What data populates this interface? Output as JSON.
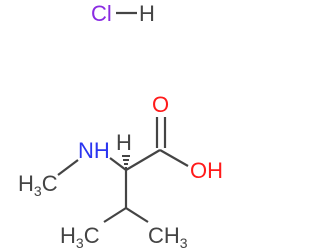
{
  "molecule": {
    "hcl": {
      "cl": "Cl",
      "h": "H",
      "cl_color": "#8a2be2",
      "h_color": "#444444"
    },
    "amine": {
      "text": "NH",
      "color": "#2a35f0"
    },
    "methyl_n": {
      "text": "H",
      "sub": "3",
      "tail": "C",
      "color": "#444444"
    },
    "stereo_h": {
      "text": "H",
      "color": "#444444"
    },
    "carbonyl_o": {
      "text": "O",
      "color": "#ff1a1a"
    },
    "hydroxyl": {
      "text": "OH",
      "color": "#ff1a1a"
    },
    "methyl_left": {
      "text": "H",
      "sub": "3",
      "tail": "C",
      "color": "#444444"
    },
    "methyl_right": {
      "text": "CH",
      "sub": "3",
      "color": "#444444"
    },
    "bond_color": "#444444"
  }
}
